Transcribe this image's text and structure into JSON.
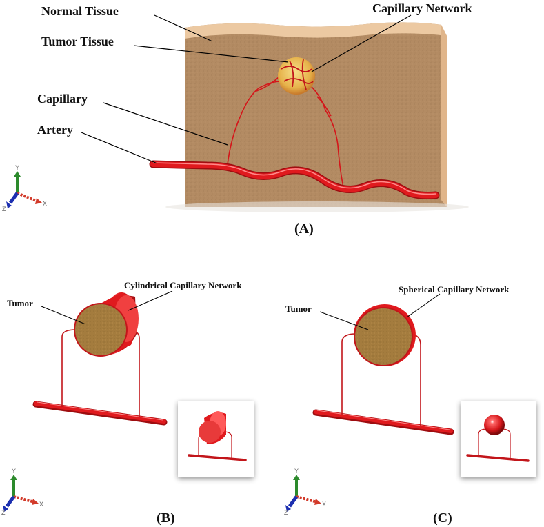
{
  "panel_a": {
    "labels": {
      "normal_tissue": "Normal Tissue",
      "tumor_tissue": "Tumor Tissue",
      "capillary_network": "Capillary Network",
      "capillary": "Capillary",
      "artery": "Artery"
    },
    "caption": "(A)"
  },
  "panel_b": {
    "labels": {
      "tumor": "Tumor",
      "network": "Cylindrical Capillary Network"
    },
    "caption": "(B)"
  },
  "panel_c": {
    "labels": {
      "tumor": "Tumor",
      "network": "Spherical Capillary Network"
    },
    "caption": "(C)"
  },
  "axes": {
    "x": "X",
    "y": "Y",
    "z": "Z"
  },
  "colors": {
    "tissue_front": "#b8906a",
    "tissue_top": "#ecc9a2",
    "tissue_side": "#e0b58a",
    "vessel": "#d4161a",
    "vessel_dark": "#9e0d10",
    "tumor_fill": "#a0783a",
    "axis_x": "#d23a2a",
    "axis_y": "#2c8a2c",
    "axis_z": "#1c2fb0"
  }
}
